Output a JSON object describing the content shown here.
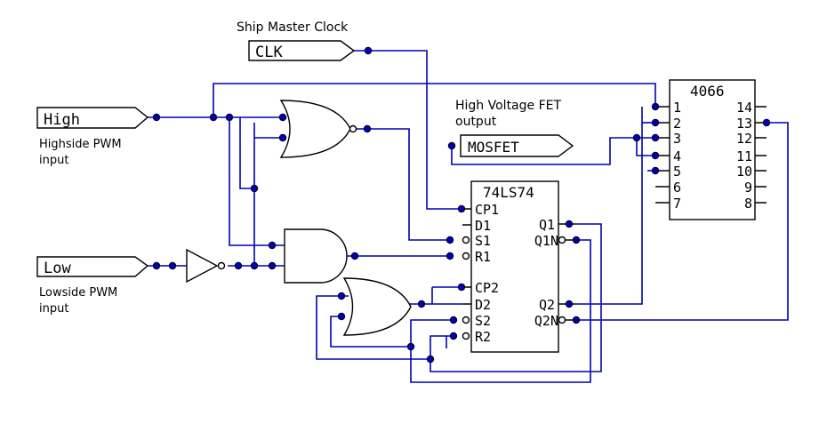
{
  "labels": {
    "clock_title": "Ship Master Clock",
    "clk": "CLK",
    "high": "High",
    "high_desc_1": "Highside PWM",
    "high_desc_2": "input",
    "low": "Low",
    "low_desc_1": "Lowside PWM",
    "low_desc_2": "input",
    "fet_title_1": "High Voltage FET",
    "fet_title_2": "output",
    "mosfet": "MOSFET"
  },
  "chips": {
    "ff": {
      "name": "74LS74",
      "left_pins": [
        "CP1",
        "D1",
        "S1",
        "R1",
        "CP2",
        "D2",
        "S2",
        "R2"
      ],
      "right_pins": [
        "Q1",
        "Q1N",
        "Q2",
        "Q2N"
      ]
    },
    "sw": {
      "name": "4066",
      "left_pins": [
        "1",
        "2",
        "3",
        "4",
        "5",
        "6",
        "7"
      ],
      "right_pins": [
        "14",
        "13",
        "12",
        "11",
        "10",
        "9",
        "8"
      ]
    }
  },
  "colors": {
    "wire": "#0000b4",
    "outline": "#000000"
  }
}
